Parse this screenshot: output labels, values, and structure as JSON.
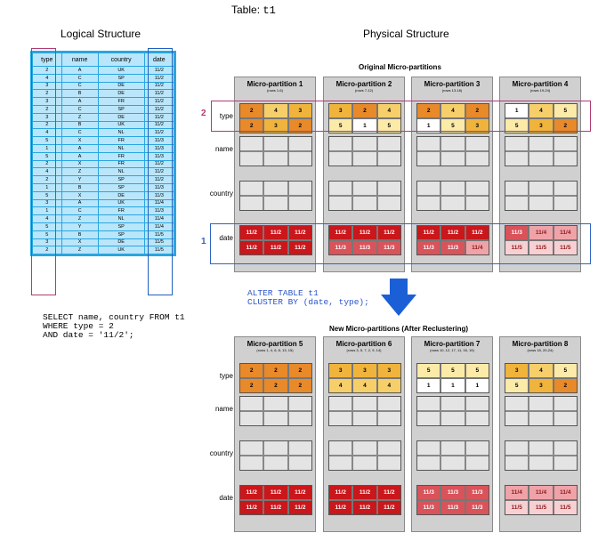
{
  "header": {
    "prefix": "Table:",
    "table": "t1"
  },
  "logical": {
    "title": "Logical Structure",
    "columns": [
      "type",
      "name",
      "country",
      "date"
    ],
    "rows": [
      [
        "2",
        "A",
        "UK",
        "11/2"
      ],
      [
        "4",
        "C",
        "SP",
        "11/2"
      ],
      [
        "3",
        "C",
        "DE",
        "11/2"
      ],
      [
        "2",
        "B",
        "DE",
        "11/2"
      ],
      [
        "3",
        "A",
        "FR",
        "11/2"
      ],
      [
        "2",
        "C",
        "SP",
        "11/2"
      ],
      [
        "3",
        "Z",
        "DE",
        "11/2"
      ],
      [
        "2",
        "B",
        "UK",
        "11/2"
      ],
      [
        "4",
        "C",
        "NL",
        "11/2"
      ],
      [
        "5",
        "X",
        "FR",
        "11/3"
      ],
      [
        "1",
        "A",
        "NL",
        "11/3"
      ],
      [
        "5",
        "A",
        "FR",
        "11/3"
      ],
      [
        "2",
        "X",
        "FR",
        "11/2"
      ],
      [
        "4",
        "Z",
        "NL",
        "11/2"
      ],
      [
        "2",
        "Y",
        "SP",
        "11/2"
      ],
      [
        "1",
        "B",
        "SP",
        "11/3"
      ],
      [
        "5",
        "X",
        "DE",
        "11/3"
      ],
      [
        "3",
        "A",
        "UK",
        "11/4"
      ],
      [
        "1",
        "C",
        "FR",
        "11/3"
      ],
      [
        "4",
        "Z",
        "NL",
        "11/4"
      ],
      [
        "5",
        "Y",
        "SP",
        "11/4"
      ],
      [
        "5",
        "B",
        "SP",
        "11/5"
      ],
      [
        "3",
        "X",
        "DE",
        "11/5"
      ],
      [
        "2",
        "Z",
        "UK",
        "11/5"
      ]
    ]
  },
  "sql_query": [
    "SELECT name, country FROM t1",
    "WHERE type = 2",
    "AND date = '11/2';"
  ],
  "physical": {
    "title": "Physical Structure",
    "original_title": "Original Micro-partitions",
    "new_title": "New Micro-partitions (After Reclustering)",
    "row_labels": {
      "type": "type",
      "name": "name",
      "country": "country",
      "date": "date"
    },
    "markers": {
      "type": "2",
      "date": "1"
    },
    "alter_sql": [
      "ALTER TABLE t1",
      "CLUSTER BY (date, type);"
    ],
    "original": [
      {
        "name": "Micro-partition 1",
        "rows": "(rows 1-6)",
        "type": [
          "2",
          "4",
          "3",
          "2",
          "3",
          "2"
        ],
        "date": [
          "11/2",
          "11/2",
          "11/2",
          "11/2",
          "11/2",
          "11/2"
        ]
      },
      {
        "name": "Micro-partition 2",
        "rows": "(rows 7-12)",
        "type": [
          "3",
          "2",
          "4",
          "5",
          "1",
          "5"
        ],
        "date": [
          "11/2",
          "11/2",
          "11/2",
          "11/3",
          "11/3",
          "11/3"
        ]
      },
      {
        "name": "Micro-partition 3",
        "rows": "(rows 13-18)",
        "type": [
          "2",
          "4",
          "2",
          "1",
          "5",
          "3"
        ],
        "date": [
          "11/2",
          "11/2",
          "11/2",
          "11/3",
          "11/3",
          "11/4"
        ]
      },
      {
        "name": "Micro-partition 4",
        "rows": "(rows 19-24)",
        "type": [
          "1",
          "4",
          "5",
          "5",
          "3",
          "2"
        ],
        "date": [
          "11/3",
          "11/4",
          "11/4",
          "11/5",
          "11/5",
          "11/5"
        ]
      }
    ],
    "reclustered": [
      {
        "name": "Micro-partition 5",
        "rows": "(rows 1, 4, 6, 8, 13, 15)",
        "type": [
          "2",
          "2",
          "2",
          "2",
          "2",
          "2"
        ],
        "date": [
          "11/2",
          "11/2",
          "11/2",
          "11/2",
          "11/2",
          "11/2"
        ]
      },
      {
        "name": "Micro-partition 6",
        "rows": "(rows 3, 5, 7, 2, 9, 14)",
        "type": [
          "3",
          "3",
          "3",
          "4",
          "4",
          "4"
        ],
        "date": [
          "11/2",
          "11/2",
          "11/2",
          "11/2",
          "11/2",
          "11/2"
        ]
      },
      {
        "name": "Micro-partition 7",
        "rows": "(rows 10, 12, 17, 11, 16, 19)",
        "type": [
          "5",
          "5",
          "5",
          "1",
          "1",
          "1"
        ],
        "date": [
          "11/3",
          "11/3",
          "11/3",
          "11/3",
          "11/3",
          "11/3"
        ]
      },
      {
        "name": "Micro-partition 8",
        "rows": "(rows 18, 20-24)",
        "type": [
          "3",
          "4",
          "5",
          "5",
          "3",
          "2"
        ],
        "date": [
          "11/4",
          "11/4",
          "11/4",
          "11/5",
          "11/5",
          "11/5"
        ]
      }
    ],
    "colors": {
      "type_1": "#ffffff",
      "type_2": "#e8892a",
      "type_3": "#f0b43c",
      "type_4": "#f6cf6b",
      "type_5": "#fbeaa8",
      "date_11_2": "#c9171b",
      "date_11_3": "#d9535a",
      "date_11_4": "#efa3a8",
      "date_11_5": "#f7d0d3"
    }
  }
}
